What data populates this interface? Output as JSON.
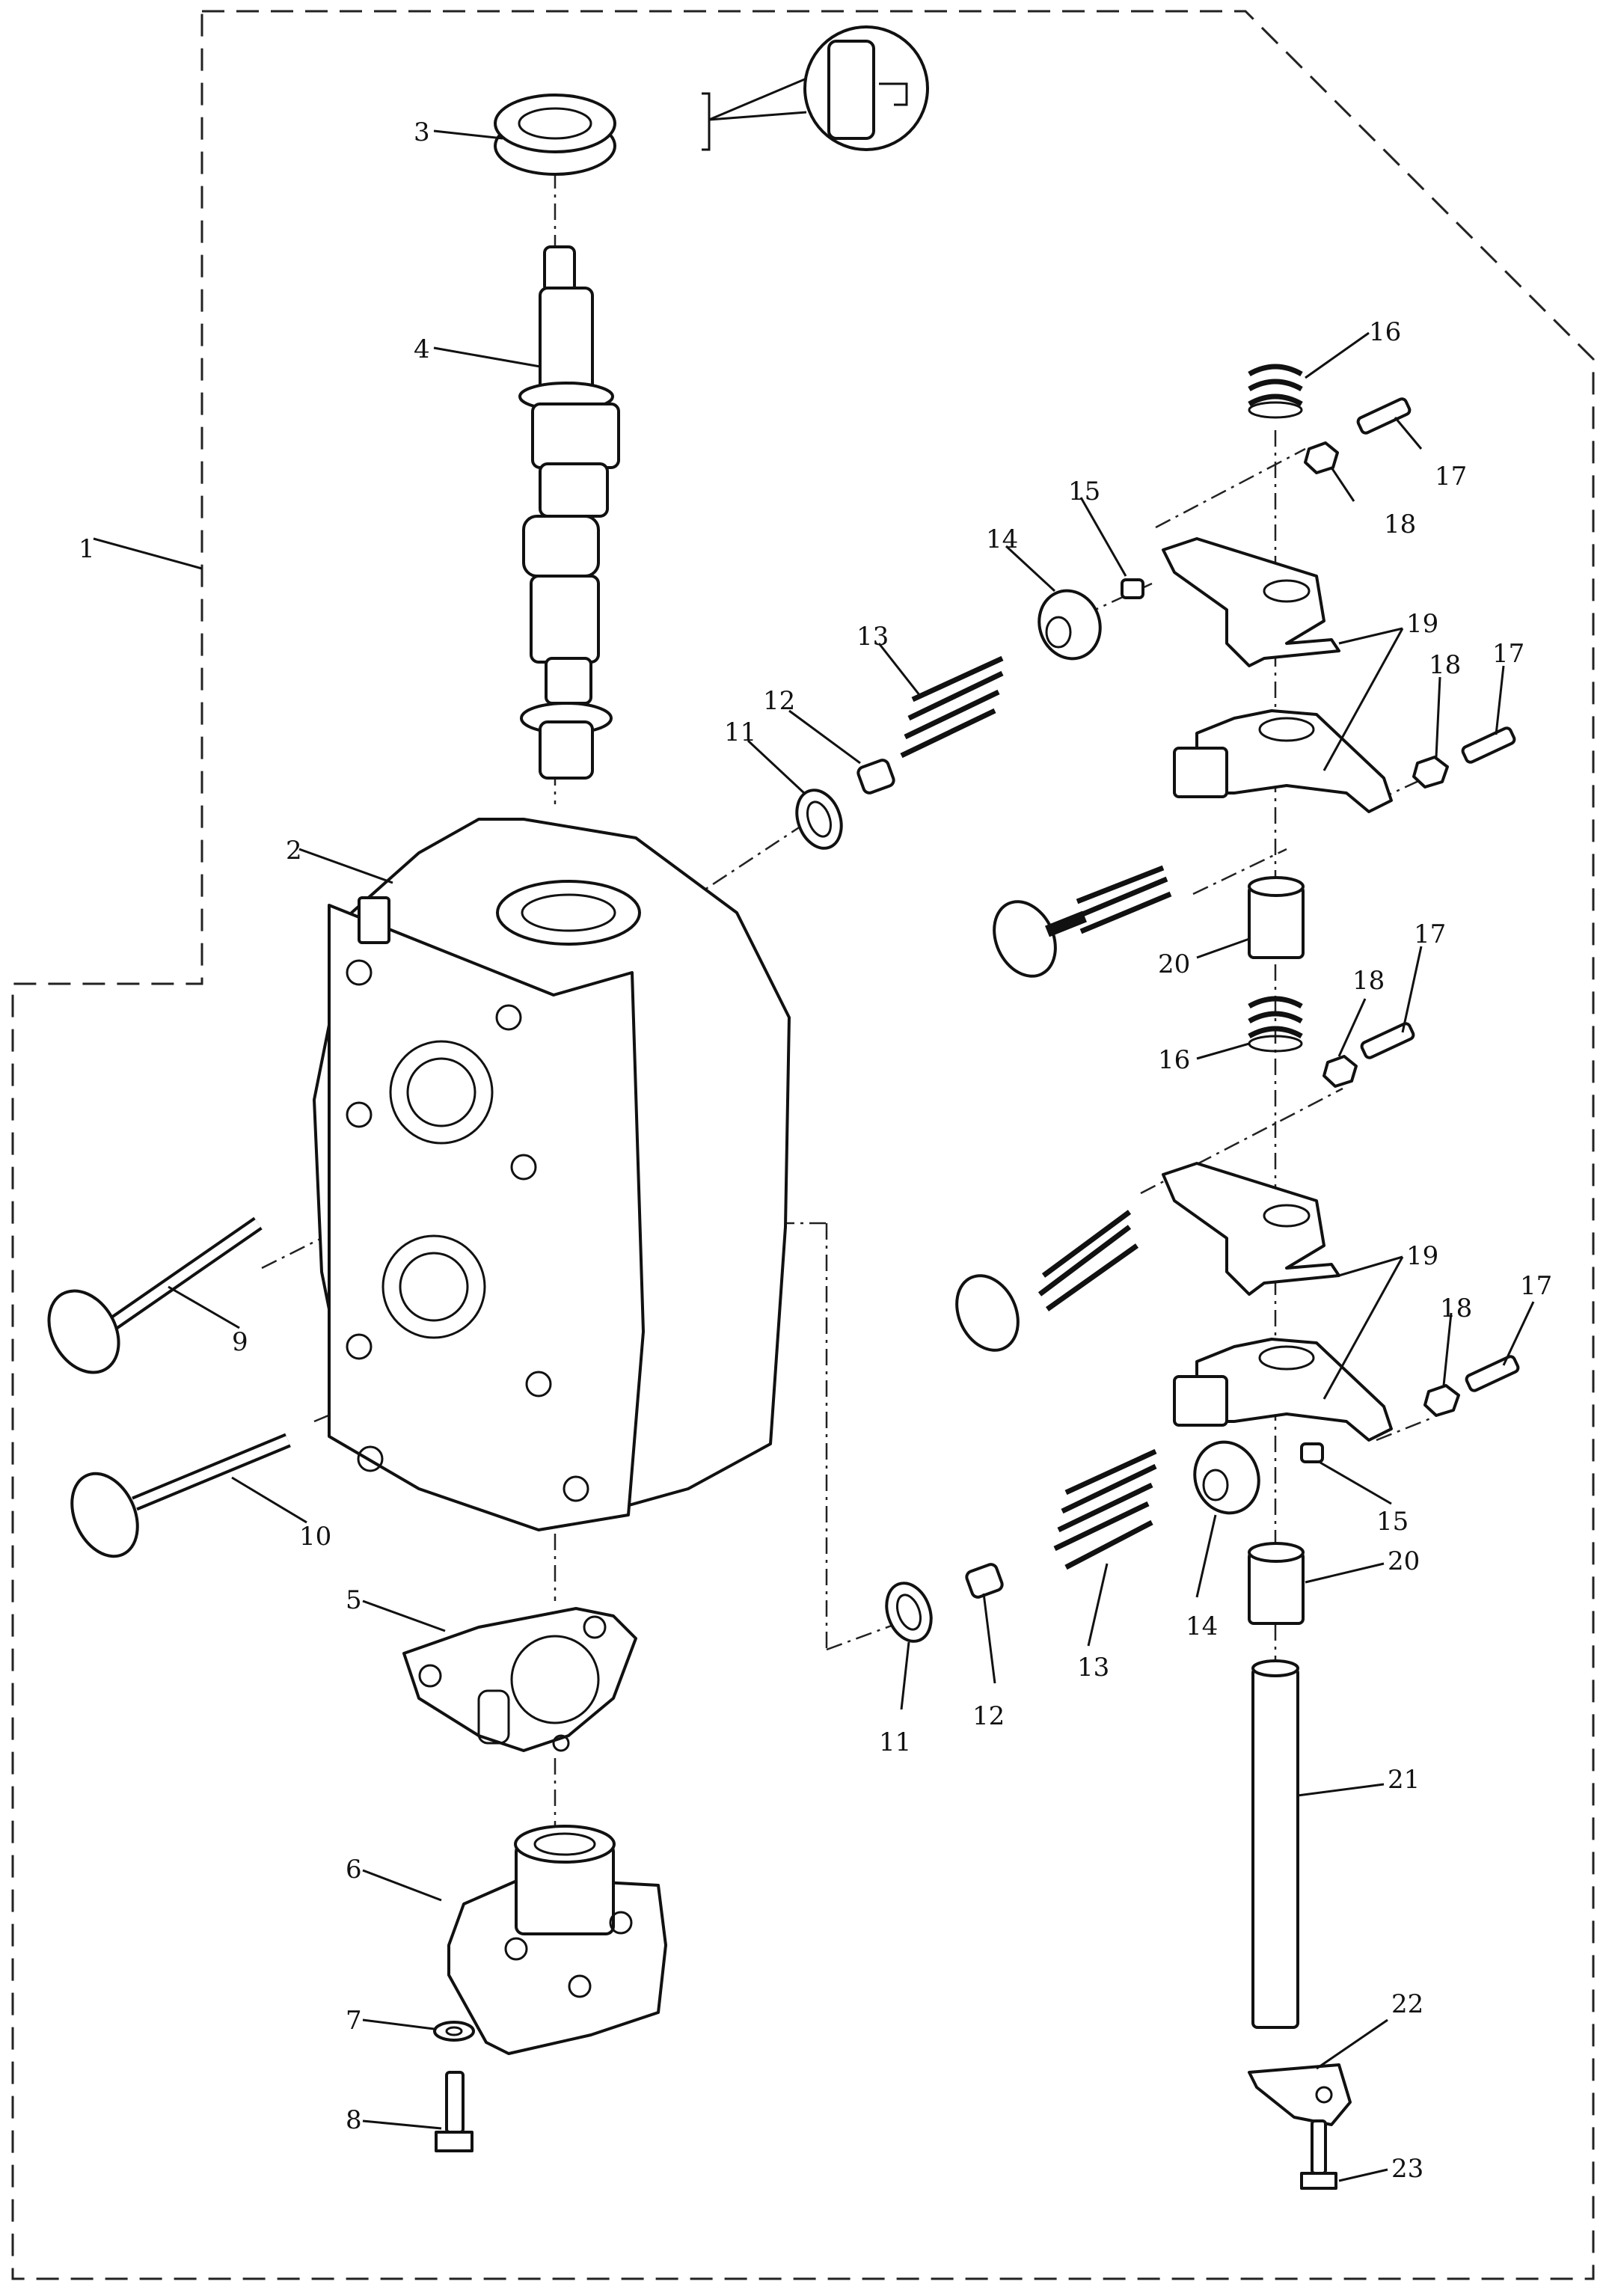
{
  "labels": [
    "1",
    "2",
    "3",
    "4",
    "5",
    "6",
    "7",
    "8",
    "9",
    "10",
    "11",
    "12",
    "13",
    "14",
    "15",
    "16",
    "17",
    "18",
    "19",
    "20",
    "21",
    "22",
    "23"
  ]
}
